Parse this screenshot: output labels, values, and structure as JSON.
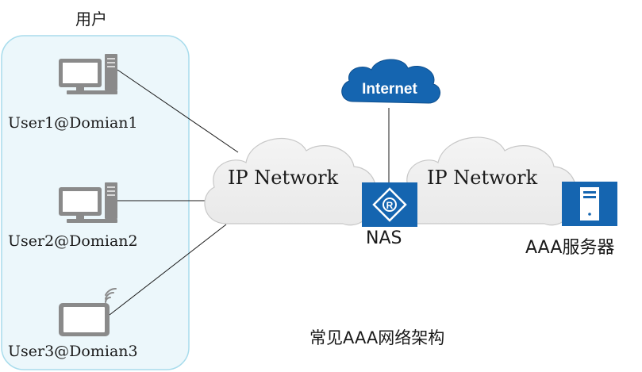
{
  "user_group": {
    "title": "用户"
  },
  "users": [
    {
      "account": "User1@Domian1",
      "device": "desktop-computer"
    },
    {
      "account": "User2@Domian2",
      "device": "desktop-computer"
    },
    {
      "account": "User3@Domian3",
      "device": "wireless-tablet"
    }
  ],
  "networks": [
    {
      "label": "IP Network"
    },
    {
      "label": "IP Network"
    }
  ],
  "internet": {
    "label": "Internet"
  },
  "nas": {
    "label": "NAS",
    "icon": "router-icon"
  },
  "aaa_server": {
    "label": "AAA服务器",
    "icon": "server-icon"
  },
  "caption": "常见AAA网络架构",
  "colors": {
    "group_fill": "#ecf7fb",
    "group_stroke": "#a8dcec",
    "device_gray": "#8a8a8a",
    "brand_blue": "#1565b0",
    "cloud_stroke": "#c8c8c8",
    "line": "#1a1a1a"
  }
}
